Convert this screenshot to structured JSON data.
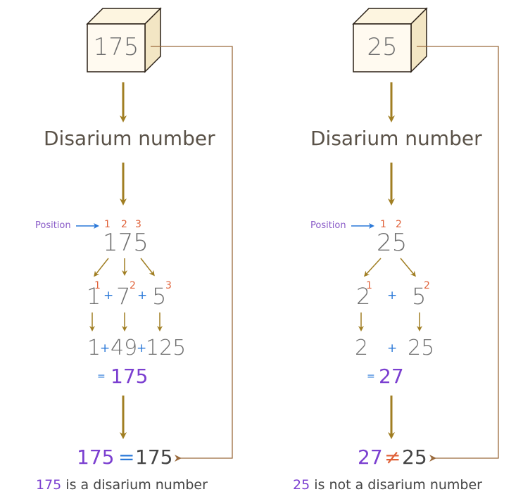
{
  "colors": {
    "arrow": "#a07e22",
    "connector": "#9a6a3c",
    "position_arrow": "#2a78d8",
    "index": "#e0623a",
    "purple": "#7b3fd0",
    "plus_blue": "#2a78d8"
  },
  "left": {
    "box": "175",
    "title": "Disarium number",
    "position_label": "Position",
    "indices": [
      "1",
      "2",
      "3"
    ],
    "number": "175",
    "powers": [
      {
        "base": "1",
        "exp": "1"
      },
      {
        "base": "7",
        "exp": "2"
      },
      {
        "base": "5",
        "exp": "3"
      }
    ],
    "plus": "+",
    "values": [
      "1",
      "49",
      "125"
    ],
    "sum_eq": "=",
    "sum": "175",
    "compare_left": "175",
    "compare_op": "=",
    "compare_right": "175",
    "conclusion_num": "175",
    "conclusion_text": " is a disarium number"
  },
  "right": {
    "box": "25",
    "title": "Disarium number",
    "position_label": "Position",
    "indices": [
      "1",
      "2"
    ],
    "number": "25",
    "powers": [
      {
        "base": "2",
        "exp": "1"
      },
      {
        "base": "5",
        "exp": "2"
      }
    ],
    "plus": "+",
    "values": [
      "2",
      "25"
    ],
    "sum_eq": "=",
    "sum": "27",
    "compare_left": "27",
    "compare_op": "≠",
    "compare_right": "25",
    "conclusion_num": "25",
    "conclusion_text": " is not a disarium number"
  }
}
